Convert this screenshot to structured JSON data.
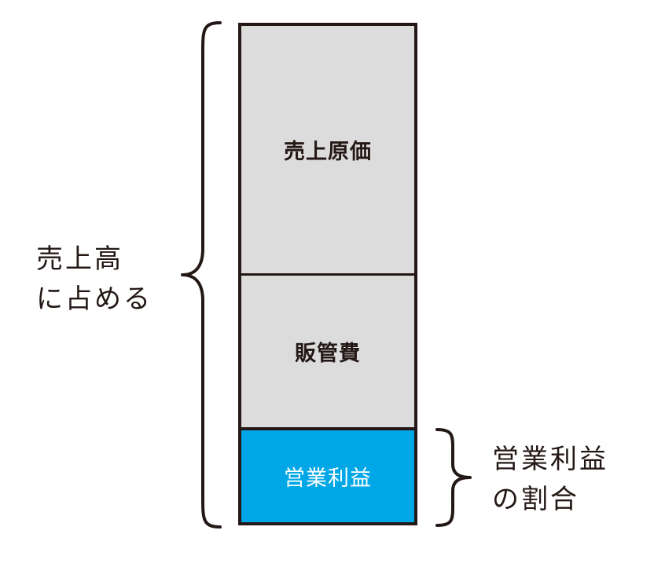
{
  "colors": {
    "outline": "#231815",
    "gray_fill": "#dcdcdc",
    "accent_blue": "#00a7e6",
    "background": "#ffffff"
  },
  "stack": {
    "segments": [
      {
        "key": "cogs",
        "label": "売上原価",
        "fill": "#dcdcdc"
      },
      {
        "key": "sga",
        "label": "販管費",
        "fill": "#dcdcdc"
      },
      {
        "key": "operating_profit",
        "label": "営業利益",
        "fill": "#00a7e6"
      }
    ]
  },
  "left_annotation": {
    "line1": "売上高",
    "line2": "に占める"
  },
  "right_annotation": {
    "line1": "営業利益",
    "line2": "の割合"
  },
  "icons": {
    "left_brace": "curly-brace-left-icon",
    "right_brace": "curly-brace-right-icon"
  }
}
